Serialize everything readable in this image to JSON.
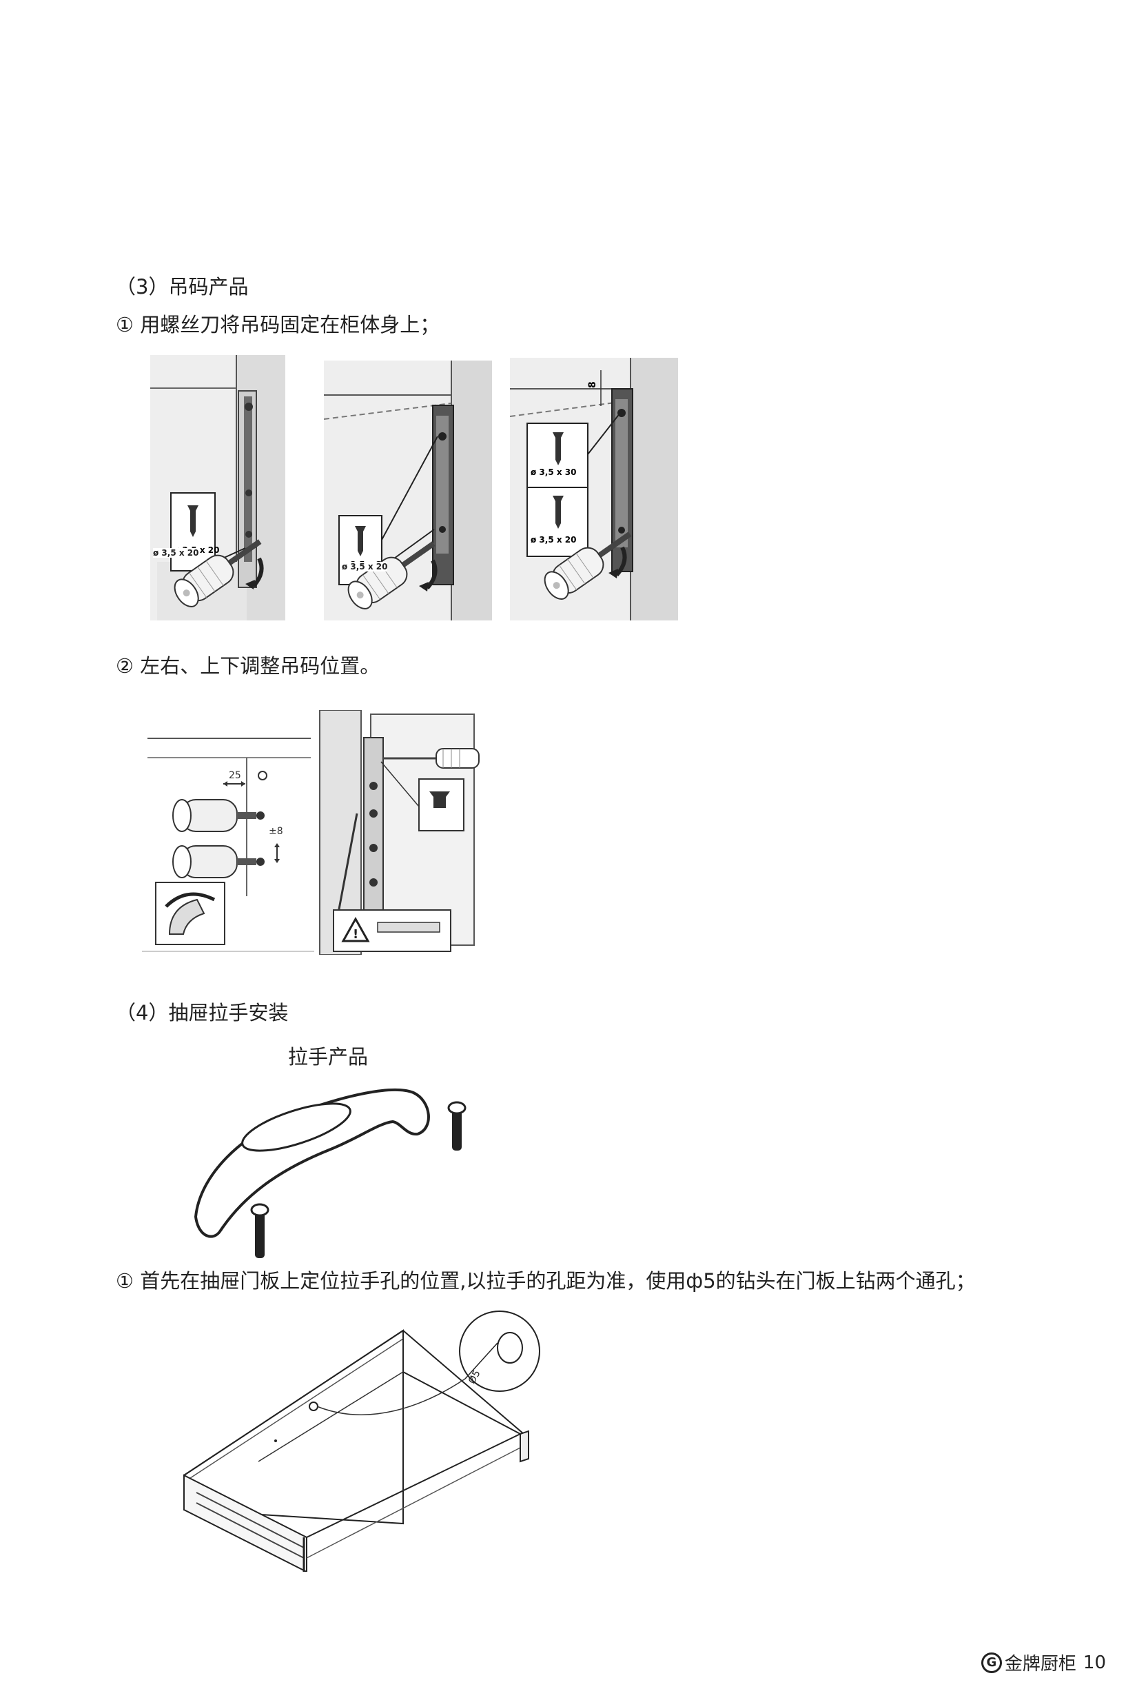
{
  "sections": {
    "s3_title": "（3）吊码产品",
    "s3_step1": "① 用螺丝刀将吊码固定在柜体身上；",
    "s3_step2": "② 左右、上下调整吊码位置。",
    "s4_title": "（4）抽屉拉手安装",
    "handle_label": "拉手产品",
    "s4_step1": "① 首先在抽屉门板上定位拉手孔的位置,以拉手的孔距为准，使用ф5的钻头在门板上钻两个通孔；"
  },
  "figures": {
    "fig1a_screw": "ø 3,5 x 20",
    "fig1b_screw": "ø 3,5 x 20",
    "fig1c_screw_top": "ø 3,5 x 30",
    "fig1c_screw_bottom": "ø 3,5 x 20",
    "fig1c_dim": "8",
    "fig2_dim_h": "25",
    "fig2_dim_v": "±8",
    "fig3_dim": "Ø5"
  },
  "footer": {
    "logo_letter": "G",
    "brand": "金牌厨柜",
    "page_number": "10"
  }
}
